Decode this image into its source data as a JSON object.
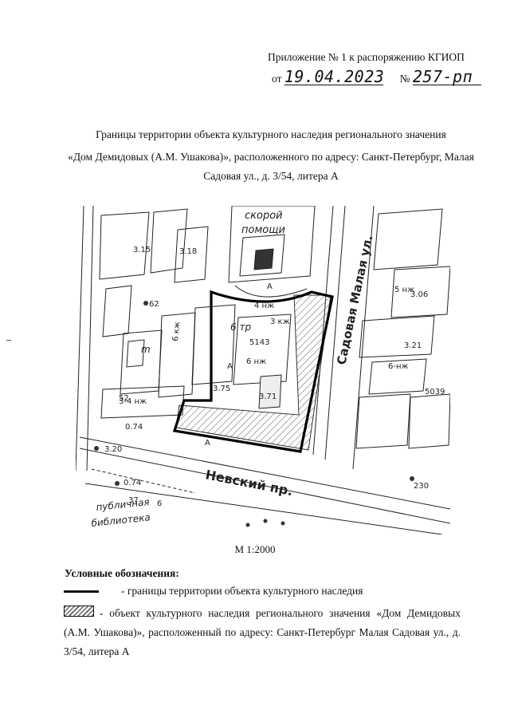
{
  "header": {
    "appendix": "Приложение № 1 к распоряжению КГИОП",
    "from_label": "от",
    "date": "19.04.2023",
    "number_label": "№",
    "number": "257-рп"
  },
  "title": {
    "line1": "Границы территории объекта культурного наследия регионального значения",
    "line2": "«Дом Демидовых (А.М. Ушакова)», расположенного по адресу: Санкт-Петербург, Малая",
    "line3": "Садовая ул., д. 3/54, литера А"
  },
  "map": {
    "street_nevsky": "Невский пр.",
    "street_sadovaya": "Садовая Малая ул.",
    "label_ambulance_1": "скорой",
    "label_ambulance_2": "помощи",
    "label_library_1": "публичная",
    "label_library_2": "библиотека",
    "label_6kzh": "6 кж",
    "label_4nzh": "4 нж",
    "label_6nzh": "6 нж",
    "label_6tr": "6 тр",
    "label_3kzh": "3 кж",
    "label_3_4nzh": "3-4 нж",
    "label_5nzh": "5 нж",
    "label_6nzh_b": "6-нж",
    "label_A": "А",
    "label_m": "m",
    "num_3_18": "3.18",
    "num_3_15": "3.15",
    "num_3_75": "3.75",
    "num_3_71": "3.71",
    "num_3_21": "3.21",
    "num_3_06": "3.06",
    "num_5143": "5143",
    "num_5039": "5039",
    "num_3_20": "3.20",
    "num_0_74": "0.74",
    "num_0_74b": "0.74",
    "num_230": "230",
    "num_52": "52",
    "num_62": "62",
    "num_37": "37",
    "num_6": "6"
  },
  "scale": "М 1:2000",
  "legend": {
    "heading": "Условные обозначения:",
    "item1": "- границы территории объекта культурного наследия",
    "item2": "- объект культурного наследия регионального значения «Дом Демидовых (А.М. Ушакова)», расположенный по адресу: Санкт-Петербург Малая Садовая ул., д. 3/54, литера А"
  }
}
